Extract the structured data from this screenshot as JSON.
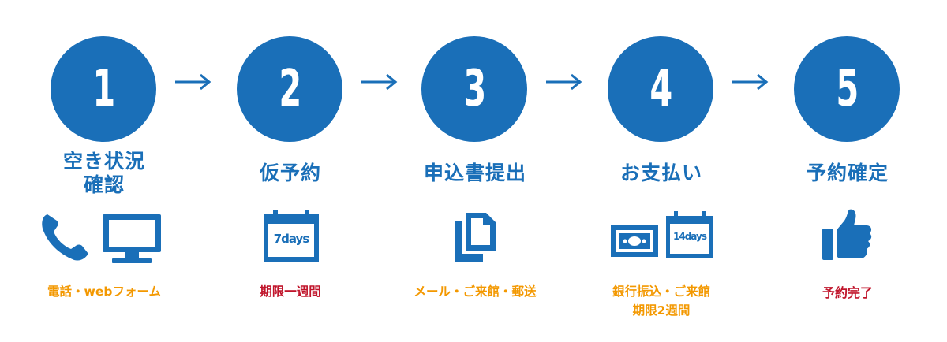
{
  "colors": {
    "primary": "#1a6fb8",
    "orange": "#f39800",
    "red": "#c0152b"
  },
  "steps": [
    {
      "number": "1",
      "title_line1": "空き状況",
      "title_line2": "確認",
      "icons": [
        "phone-icon",
        "monitor-icon"
      ],
      "note_line1": "電話・webフォーム"
    },
    {
      "number": "2",
      "title_line1": "仮予約",
      "icons": [
        "calendar-icon"
      ],
      "icon_text": "7days",
      "note_line1": "期限一週間"
    },
    {
      "number": "3",
      "title_line1": "申込書提出",
      "icons": [
        "documents-icon"
      ],
      "note_line1": "メール・ご来館・郵送"
    },
    {
      "number": "4",
      "title_line1": "お支払い",
      "icons": [
        "banknote-icon",
        "calendar-icon"
      ],
      "icon_text": "14days",
      "note_line1": "銀行振込・ご来館",
      "note_line2": "期限2週間"
    },
    {
      "number": "5",
      "title_line1": "予約確定",
      "icons": [
        "thumbs-up-icon"
      ],
      "note_line1": "予約完了"
    }
  ]
}
